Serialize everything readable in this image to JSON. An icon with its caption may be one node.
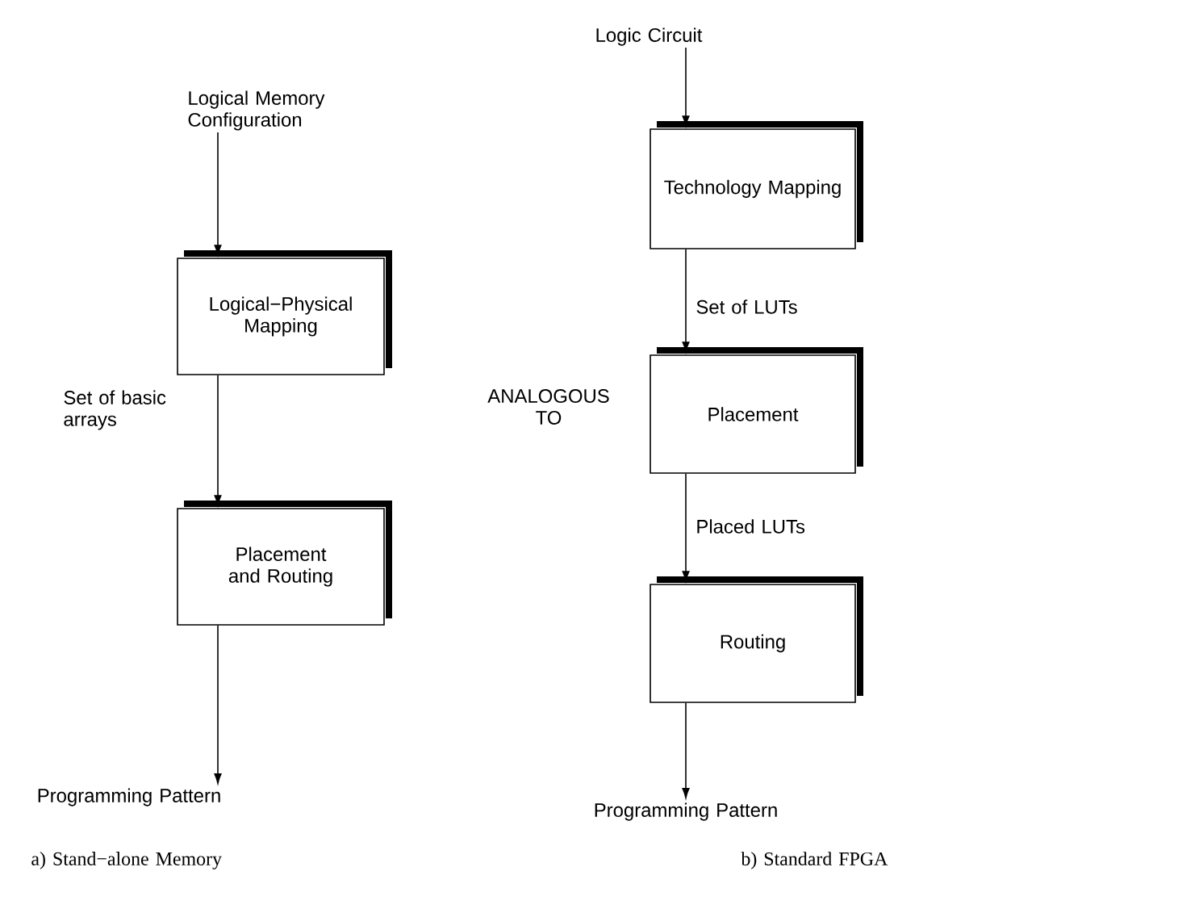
{
  "diagram": {
    "nodes": [
      {
        "text": [
          "Logical Memory Configuration"
        ]
      },
      {
        "text": [
          "Logical−Physical Mapping"
        ]
      },
      {
        "text": [
          "Placement and Routing"
        ]
      },
      {
        "text": [
          "Programming Pattern"
        ]
      },
      {
        "text": [
          "Logic Circuit"
        ]
      },
      {
        "text": [
          "Technology Mapping"
        ]
      },
      {
        "text": [
          "Placement"
        ]
      },
      {
        "text": [
          "Routing"
        ]
      },
      {
        "text": [
          "Programming Pattern"
        ]
      }
    ],
    "edges": [
      {
        "from": 0,
        "to": 1,
        "arrow": "to"
      },
      {
        "from": 1,
        "to": 2,
        "arrow": "to",
        "label": "Set of basic arrays"
      },
      {
        "from": 2,
        "to": 3,
        "arrow": "to"
      },
      {
        "from": 4,
        "to": 5,
        "arrow": "to"
      },
      {
        "from": 5,
        "to": 6,
        "arrow": "to",
        "label": "Set of LUTs"
      },
      {
        "from": 6,
        "to": 7,
        "arrow": "to",
        "label": "Placed LUTs"
      },
      {
        "from": 7,
        "to": 8,
        "arrow": "to"
      }
    ],
    "labels": [
      "ANALOGOUS TO",
      "a) Stand−alone Memory",
      "b) Standard FPGA"
    ]
  }
}
